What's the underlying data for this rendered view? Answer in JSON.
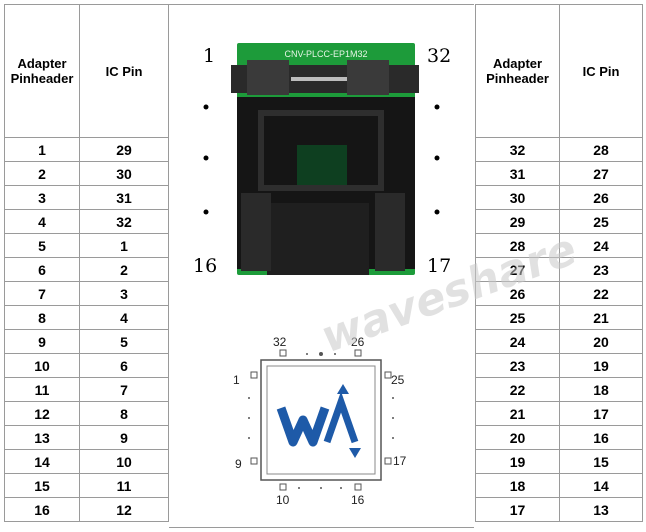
{
  "headers": {
    "adapter": "Adapter Pinheader",
    "ic": "IC Pin"
  },
  "left_rows": [
    [
      "1",
      "29"
    ],
    [
      "2",
      "30"
    ],
    [
      "3",
      "31"
    ],
    [
      "4",
      "32"
    ],
    [
      "5",
      "1"
    ],
    [
      "6",
      "2"
    ],
    [
      "7",
      "3"
    ],
    [
      "8",
      "4"
    ],
    [
      "9",
      "5"
    ],
    [
      "10",
      "6"
    ],
    [
      "11",
      "7"
    ],
    [
      "12",
      "8"
    ],
    [
      "13",
      "9"
    ],
    [
      "14",
      "10"
    ],
    [
      "15",
      "11"
    ],
    [
      "16",
      "12"
    ]
  ],
  "right_rows": [
    [
      "32",
      "28"
    ],
    [
      "31",
      "27"
    ],
    [
      "30",
      "26"
    ],
    [
      "29",
      "25"
    ],
    [
      "28",
      "24"
    ],
    [
      "27",
      "23"
    ],
    [
      "26",
      "22"
    ],
    [
      "25",
      "21"
    ],
    [
      "24",
      "20"
    ],
    [
      "23",
      "19"
    ],
    [
      "22",
      "18"
    ],
    [
      "21",
      "17"
    ],
    [
      "20",
      "16"
    ],
    [
      "19",
      "15"
    ],
    [
      "18",
      "14"
    ],
    [
      "17",
      "13"
    ]
  ],
  "adapter_photo": {
    "pcb_text": "CNV-PLCC-EP1M32",
    "corner_labels": {
      "top_left": "1",
      "top_right": "32",
      "bottom_left": "16",
      "bottom_right": "17"
    }
  },
  "chip_diagram": {
    "labels": {
      "top_left": "32",
      "top_right": "26",
      "left_top": "1",
      "right_top": "25",
      "left_bottom": "9",
      "right_bottom": "17",
      "bottom_left": "10",
      "bottom_right": "16"
    }
  },
  "watermark": "waveshare"
}
